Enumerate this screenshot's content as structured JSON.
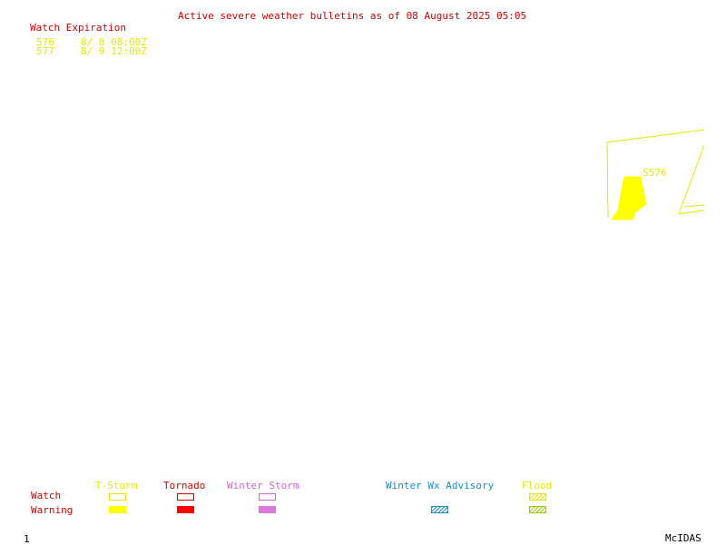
{
  "header": {
    "title": "Active severe weather bulletins as of 08 August 2025 05:05"
  },
  "watch_list": {
    "heading": "Watch Expiration",
    "items": [
      {
        "id": "576",
        "expires": "8/ 8 08:00Z"
      },
      {
        "id": "577",
        "expires": "8/ 9 12:00Z"
      }
    ]
  },
  "map": {
    "polygon_label": "S576"
  },
  "legend": {
    "row_watch": "Watch",
    "row_warning": "Warning",
    "tstorm": "T-Storm",
    "tornado": "Tornado",
    "winter_storm": "Winter Storm",
    "winter_wx": "Winter Wx Advisory",
    "flood": "Flood"
  },
  "footer": {
    "frame_number": "1",
    "software": "McIDAS"
  },
  "colors": {
    "title": "#cc0000",
    "tstorm": "#e6e600",
    "tornado": "#cc0000",
    "winter_storm": "#cc66cc",
    "winter_wx": "#1a8cc8",
    "flood": "#99cc00"
  }
}
